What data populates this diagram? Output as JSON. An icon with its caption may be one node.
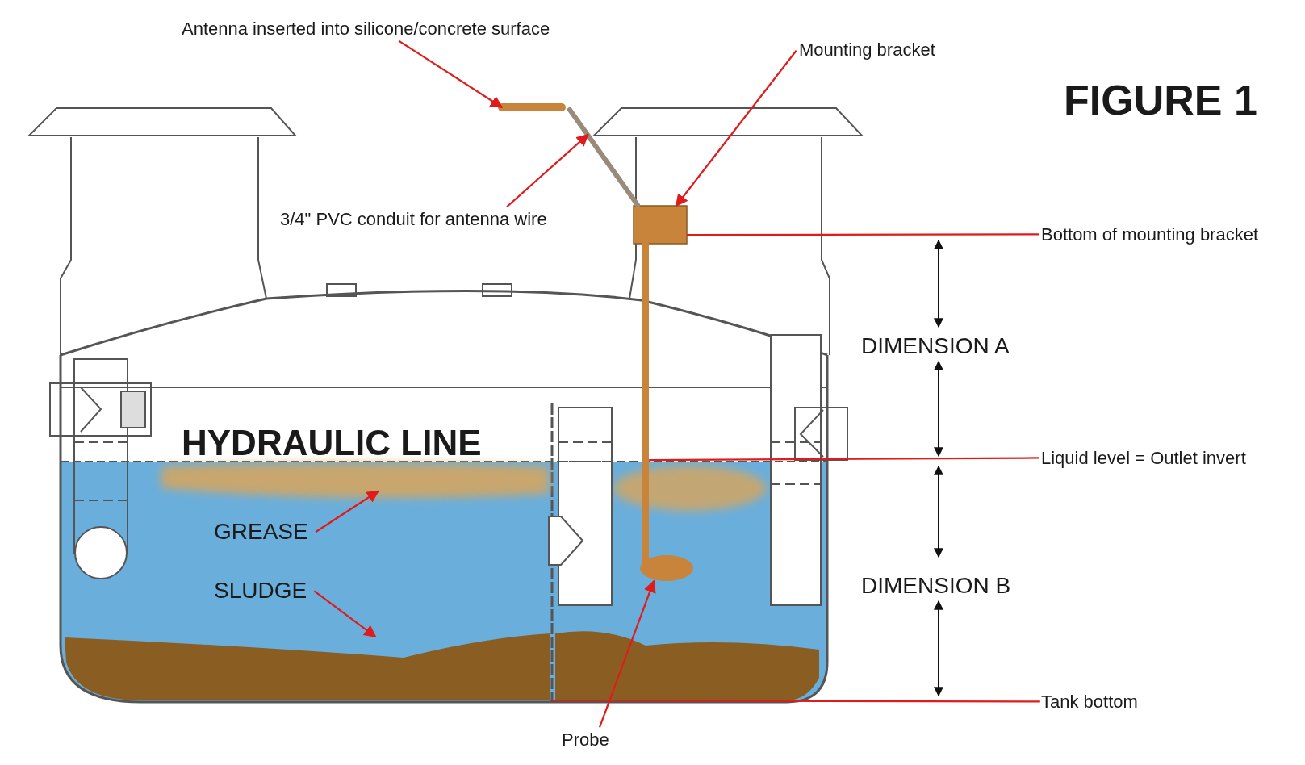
{
  "diagram": {
    "title": "FIGURE 1",
    "nodes": [
      {
        "text": [
          "Antenna inserted into silicone/concrete surface"
        ]
      },
      {
        "text": [],
        "shape": "bar"
      },
      {
        "text": [
          "Mounting bracket"
        ]
      },
      {
        "text": [],
        "shape": "box"
      },
      {
        "text": [
          "3/4\" PVC conduit for antenna wire"
        ]
      },
      {
        "text": [],
        "shape": "bar"
      },
      {
        "text": [
          "Bottom of mounting bracket"
        ]
      },
      {
        "text": [
          "Liquid level = Outlet invert"
        ]
      },
      {
        "text": [
          "GREASE"
        ]
      },
      {
        "text": [],
        "shape": "cloud"
      },
      {
        "text": [
          "SLUDGE"
        ]
      },
      {
        "text": [],
        "shape": "cloud"
      },
      {
        "text": [
          "Tank bottom"
        ]
      },
      {
        "text": [
          "Probe"
        ]
      },
      {
        "text": [],
        "shape": "picture"
      }
    ],
    "edges": [
      {
        "from": 0,
        "to": 1,
        "arrow": "to"
      },
      {
        "from": 2,
        "to": 3,
        "arrow": "to"
      },
      {
        "from": 4,
        "to": 5,
        "arrow": "to"
      },
      {
        "from": 6,
        "to": 3,
        "arrow": "none"
      },
      {
        "from": 7,
        "to": 14,
        "arrow": "none"
      },
      {
        "from": 8,
        "to": 9,
        "arrow": "to"
      },
      {
        "from": 10,
        "to": 11,
        "arrow": "to"
      },
      {
        "from": 12,
        "to": 11,
        "arrow": "none"
      },
      {
        "from": 13,
        "to": 14,
        "arrow": "to"
      }
    ],
    "labels": [
      "HYDRAULIC LINE",
      "DIMENSION A",
      "DIMENSION B"
    ]
  }
}
